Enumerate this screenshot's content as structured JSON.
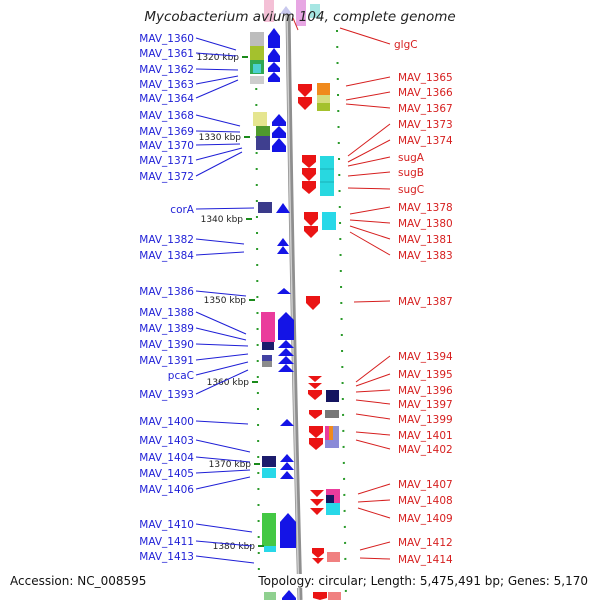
{
  "title": "Mycobacterium avium 104, complete genome",
  "footer": {
    "accession": "Accession: NC_008595",
    "summary": "Topology: circular; Length: 5,475,491 bp; Genes: 5,170"
  },
  "colors": {
    "left_labels": "#1f1fd6",
    "right_labels": "#d61f1f",
    "backbone": "#9a9a9a",
    "ticks": "#1a8a1a"
  },
  "scale_ticks": [
    "1320 kbp",
    "1330 kbp",
    "1340 kbp",
    "1350 kbp",
    "1360 kbp",
    "1370 kbp",
    "1380 kbp"
  ],
  "left_genes": [
    "MAV_1360",
    "MAV_1361",
    "MAV_1362",
    "MAV_1363",
    "MAV_1364",
    "MAV_1368",
    "MAV_1369",
    "MAV_1370",
    "MAV_1371",
    "MAV_1372",
    "corA",
    "MAV_1382",
    "MAV_1384",
    "MAV_1386",
    "MAV_1388",
    "MAV_1389",
    "MAV_1390",
    "MAV_1391",
    "pcaC",
    "MAV_1393",
    "MAV_1400",
    "MAV_1403",
    "MAV_1404",
    "MAV_1405",
    "MAV_1406",
    "MAV_1410",
    "MAV_1411",
    "MAV_1413"
  ],
  "right_genes": [
    "glgC",
    "MAV_1365",
    "MAV_1366",
    "MAV_1367",
    "MAV_1373",
    "MAV_1374",
    "sugA",
    "sugB",
    "sugC",
    "MAV_1378",
    "MAV_1380",
    "MAV_1381",
    "MAV_1383",
    "MAV_1387",
    "MAV_1394",
    "MAV_1395",
    "MAV_1396",
    "MAV_1397",
    "MAV_1399",
    "MAV_1401",
    "MAV_1402",
    "MAV_1407",
    "MAV_1408",
    "MAV_1409",
    "MAV_1412",
    "MAV_1414"
  ]
}
